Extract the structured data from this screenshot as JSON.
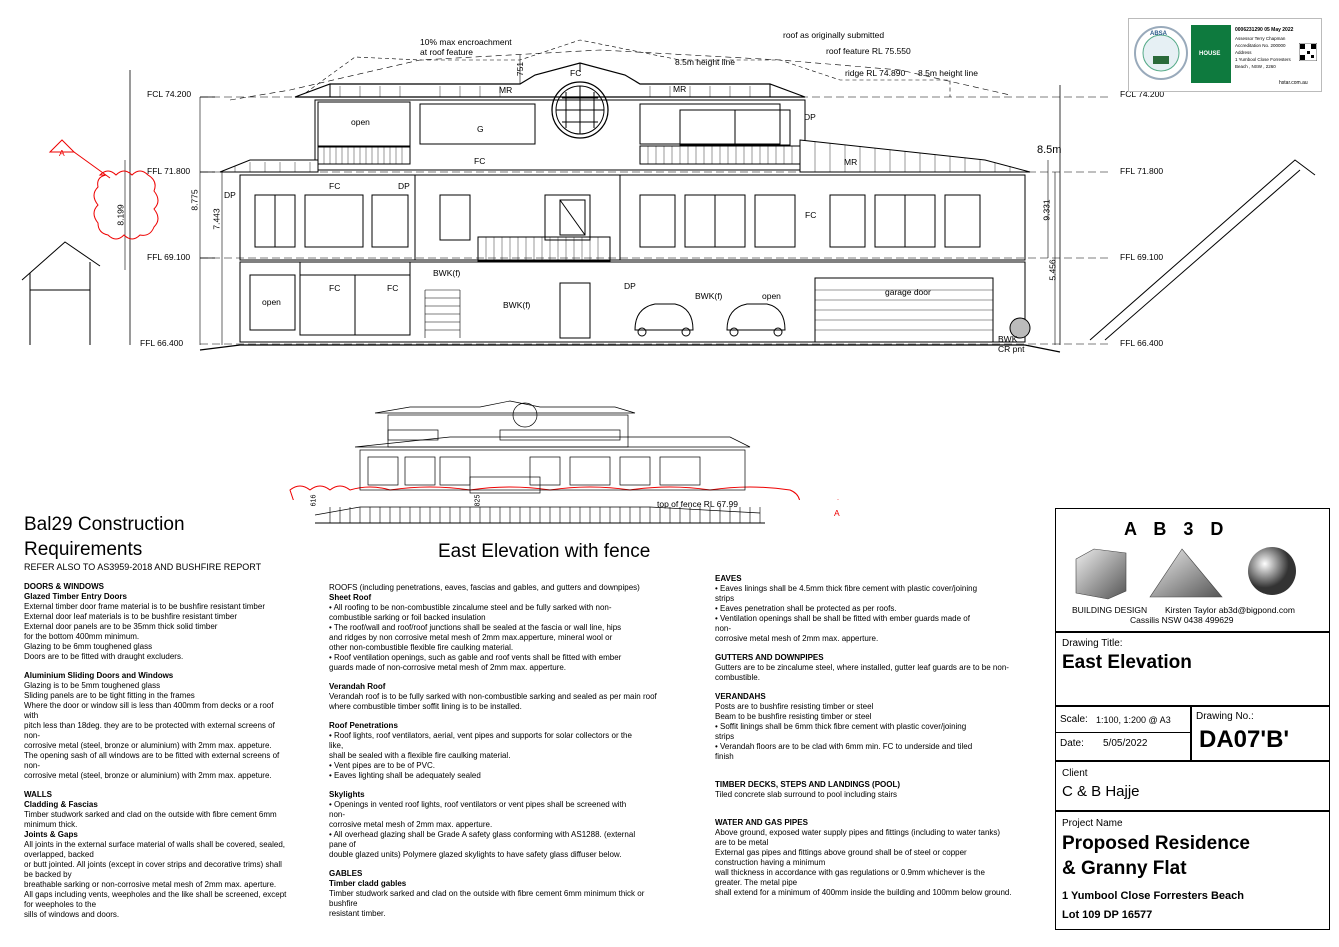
{
  "elevation_labels": {
    "encroach1": "10% max encroachment",
    "encroach2": "at roof feature",
    "roof_submitted": "roof as originally submitted",
    "roof_feature_rl": "roof feature RL 75.550",
    "height_line_a": "8.5m height line",
    "ridge_rl": "ridge RL 74.890",
    "height_line_b": "8.5m height line",
    "fcl_left": "FCL 74.200",
    "fcl_right": "FCL 74.200",
    "ffl718_left": "FFL 71.800",
    "ffl718_right": "FFL 71.800",
    "ffl691_left": "FFL 69.100",
    "ffl691_right": "FFL 69.100",
    "ffl664_left": "FFL 66.400",
    "ffl664_right": "FFL 66.400",
    "h85": "8.5m",
    "dim_8199": "8.199",
    "dim_8775": "8.775",
    "dim_7443": "7.443",
    "dim_9331": "9.331",
    "dim_5456": "5.456",
    "dim_751": "751",
    "open1": "open",
    "G": "G",
    "FC1": "FC",
    "FC2": "FC",
    "FC3": "FC",
    "FC4": "FC",
    "FC5": "FC",
    "FC6": "FC",
    "MR1": "MR",
    "MR2": "MR",
    "MR3": "MR",
    "DP1": "DP",
    "DP2": "DP",
    "DP3": "DP",
    "DP4": "DP",
    "BWKf1": "BWK(f)",
    "BWKf2": "BWK(f)",
    "BWKf3": "BWK(f)",
    "open2": "open",
    "open3": "open",
    "garage": "garage door",
    "bwk": "BWK",
    "crpnt": "CR pnt",
    "A1": "A",
    "A2": "A",
    "fence_rl": "top of fence RL 67.99",
    "dim_616": "616",
    "dim_825": "825"
  },
  "stamp": {
    "line1": "0006231290   05 May 2022",
    "line2": "Assessor  Terry Chapman",
    "line3": "Accreditation No. 200000",
    "line4": "Address",
    "line5": "1 Yumbool Close  Forresters",
    "line6": "Beach , NSW , 2260",
    "web": "hstar.com.au",
    "absa": "ABSA",
    "house": "HOUSE"
  },
  "bal": {
    "title1": "Bal29 Construction",
    "title2": "Requirements",
    "refer": "REFER ALSO TO AS3959-2018 AND BUSHFIRE REPORT"
  },
  "view_title": "East Elevation with fence",
  "col1": [
    {
      "t": "DOORS & WINDOWS",
      "b": true
    },
    {
      "t": "Glazed Timber Entry Doors",
      "b": true
    },
    {
      "t": "External timber door frame material is to be bushfire resistant timber"
    },
    {
      "t": "External door leaf materials is to be bushfire resistant timber"
    },
    {
      "t": "External door panels are to be 35mm thick solid timber"
    },
    {
      "t": "for the bottom 400mm minimum."
    },
    {
      "t": "Glazing to be 6mm toughened glass"
    },
    {
      "t": "Doors are to be fitted with draught excluders."
    },
    {
      "t": "",
      "g": true
    },
    {
      "t": "Aluminium Sliding Doors and Windows",
      "b": true
    },
    {
      "t": "Glazing is to be 5mm toughened glass"
    },
    {
      "t": "Sliding panels are to be tight fitting in the frames"
    },
    {
      "t": "Where the door or window sill is less than 400mm from decks or a roof"
    },
    {
      "t": "with"
    },
    {
      "t": "pitch less than 18deg. they are to be protected with external screens of"
    },
    {
      "t": "non-"
    },
    {
      "t": "corrosive metal (steel, bronze or aluminium) with 2mm max. appeture."
    },
    {
      "t": "The opening sash of all windows are to be fitted with external screens of"
    },
    {
      "t": "non-"
    },
    {
      "t": "corrosive metal (steel, bronze or aluminium) with 2mm max. appeture."
    },
    {
      "t": "",
      "g": true
    },
    {
      "t": "WALLS",
      "b": true
    },
    {
      "t": "Cladding & Fascias",
      "b": true
    },
    {
      "t": "Timber studwork sarked and clad on the outside with fibre cement 6mm"
    },
    {
      "t": "minimum thick."
    },
    {
      "t": "Joints & Gaps",
      "b": true
    },
    {
      "t": "All joints in the external surface material of walls shall be covered, sealed,"
    },
    {
      "t": "overlapped, backed"
    },
    {
      "t": "or butt jointed.  All joints (except in cover strips and decorative trims) shall"
    },
    {
      "t": "be backed by"
    },
    {
      "t": "breathable sarking or non-corrosive metal mesh of 2mm max. aperture."
    },
    {
      "t": "All gaps including vents, weepholes and the like shall be screened, except"
    },
    {
      "t": "for weepholes to the"
    },
    {
      "t": "sills of windows and doors."
    }
  ],
  "col2": [
    {
      "t": "ROOFS (including penetrations, eaves, fascias and gables, and gutters and downpipes)",
      "b": false
    },
    {
      "t": "Sheet Roof",
      "b": true
    },
    {
      "t": "•          All roofing to be non-combustible zincalume steel and be fully sarked with non-"
    },
    {
      "t": "            combustible sarking or foil backed insulation"
    },
    {
      "t": "•          The roof/wall and roof/roof junctions shall be sealed at the fascia or wall line, hips"
    },
    {
      "t": "            and ridges by non corrosive metal mesh of 2mm max.apperture, mineral wool or"
    },
    {
      "t": "            other non-combustible  flexible fire caulking material."
    },
    {
      "t": "•          Roof ventilation openings, such as gable and roof vents shall be fitted with ember"
    },
    {
      "t": "            guards made of non-corrosive metal mesh of 2mm max. apperture."
    },
    {
      "t": "",
      "g": true
    },
    {
      "t": "Verandah Roof",
      "b": true
    },
    {
      "t": "Verandah roof is to be fully sarked with non-combustible sarking and sealed as per main roof"
    },
    {
      "t": "where combustible timber soffit lining is to be installed."
    },
    {
      "t": "",
      "g": true
    },
    {
      "t": "Roof Penetrations",
      "b": true
    },
    {
      "t": "•          Roof lights, roof ventilators, aerial, vent pipes and supports for solar collectors or the"
    },
    {
      "t": "like,"
    },
    {
      "t": "            shall be sealed with a flexible fire caulking material."
    },
    {
      "t": "•          Vent pipes are to be of PVC."
    },
    {
      "t": "•          Eaves lighting shall be adequately sealed"
    },
    {
      "t": "",
      "g": true
    },
    {
      "t": "Skylights",
      "b": true
    },
    {
      "t": "•          Openings in vented roof lights, roof ventilators or vent pipes shall be screened with"
    },
    {
      "t": "non-"
    },
    {
      "t": "            corrosive metal mesh of 2mm max. apperture."
    },
    {
      "t": "•          All overhead glazing shall be Grade A safety glass conforming with AS1288. (external"
    },
    {
      "t": "pane of"
    },
    {
      "t": "            double glazed units)     Polymere glazed skylights to have safety glass diffuser below."
    },
    {
      "t": "",
      "g": true
    },
    {
      "t": "GABLES",
      "b": true
    },
    {
      "t": "Timber cladd gables",
      "b": true
    },
    {
      "t": "Timber studwork sarked and clad on the outside with fibre cement 6mm minimum thick or"
    },
    {
      "t": "bushfire"
    },
    {
      "t": "resistant timber."
    }
  ],
  "col3": [
    {
      "t": "EAVES",
      "b": true
    },
    {
      "t": "•               Eaves linings shall be 4.5mm thick fibre cement with plastic cover/joining"
    },
    {
      "t": "strips"
    },
    {
      "t": "•               Eaves penetration shall be  protected as per roofs."
    },
    {
      "t": "•               Ventilation openings shall be shall be fitted with ember guards made of"
    },
    {
      "t": "non-"
    },
    {
      "t": "                 corrosive metal mesh of 2mm max. apperture."
    },
    {
      "t": "",
      "g": true
    },
    {
      "t": "GUTTERS AND DOWNPIPES",
      "b": true
    },
    {
      "t": "Gutters are to be zincalume steel, where installed, gutter leaf guards are to be non-"
    },
    {
      "t": "combustible."
    },
    {
      "t": "",
      "g": true
    },
    {
      "t": "VERANDAHS",
      "b": true
    },
    {
      "t": "Posts are to bushfire resisting timber or steel"
    },
    {
      "t": "Beam to be bushfire resisting timber or steel"
    },
    {
      "t": "•               Soffit linings shall be 6mm thick fibre cement with plastic cover/joining"
    },
    {
      "t": "strips"
    },
    {
      "t": "•               Verandah floors are to be clad with 6mm min. FC to underside and tiled"
    },
    {
      "t": "finish"
    },
    {
      "t": "",
      "g": true
    },
    {
      "t": "",
      "g": true
    },
    {
      "t": "TIMBER DECKS, STEPS AND LANDINGS (POOL)",
      "b": true
    },
    {
      "t": "Tiled concrete slab surround to pool including stairs"
    },
    {
      "t": "",
      "g": true
    },
    {
      "t": "",
      "g": true
    },
    {
      "t": "WATER AND GAS PIPES",
      "b": true
    },
    {
      "t": "Above ground, exposed water supply pipes and fittings  (including to water tanks)"
    },
    {
      "t": "are to be metal"
    },
    {
      "t": "External gas pipes and fittings above ground shall be of steel or copper"
    },
    {
      "t": "construction having a minimum"
    },
    {
      "t": "wall thickness in accordance with gas regulations or 0.9mm whichever is the"
    },
    {
      "t": "greater.  The metal pipe"
    },
    {
      "t": "shall extend for a minimum of 400mm inside the building and 100mm below ground."
    }
  ],
  "title_block": {
    "logo": "A  B  3  D",
    "firm": "BUILDING DESIGN",
    "person": "Kirsten Taylor  ab3d@bigpond.com",
    "town": "Cassilis NSW    0438 499629",
    "drawing_title_label": "Drawing Title:",
    "drawing_title": "East Elevation",
    "scale_label": "Scale:",
    "scale": "1:100, 1:200 @ A3",
    "drawing_no_label": "Drawing No.:",
    "drawing_no": "DA07'B'",
    "date_label": "Date:",
    "date": "5/05/2022",
    "client_label": "Client",
    "client": "C & B Hajje",
    "project_label": "Project Name",
    "project1": "Proposed Residence",
    "project2": "& Granny Flat",
    "address1": "1 Yumbool Close Forresters Beach",
    "address2": "Lot 109 DP 16577"
  }
}
